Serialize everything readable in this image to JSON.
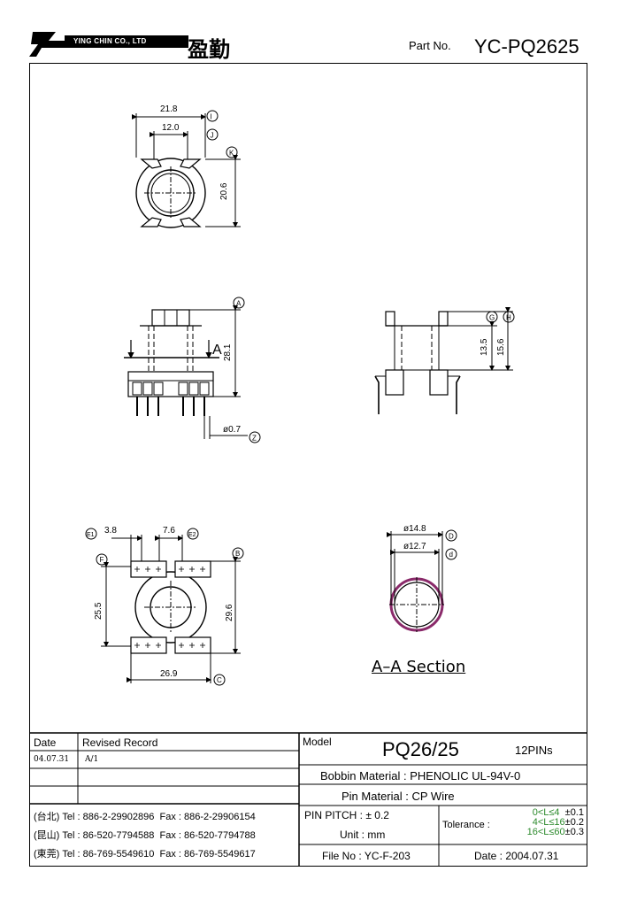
{
  "header": {
    "company_logo_text": "YING CHIN CO., LTD",
    "company_chinese": "盈勤",
    "part_label": "Part No.",
    "part_number": "YC-PQ2625"
  },
  "drawing": {
    "top_view": {
      "dim_width": "21.8",
      "dim_inner": "12.0",
      "dim_height": "20.6",
      "label_i": "I",
      "label_j": "J",
      "label_k": "K"
    },
    "front_view": {
      "dim_height": "28.1",
      "dim_pin": "ø0.7",
      "label_a": "A",
      "label_z": "Z",
      "section_mark": "A"
    },
    "side_view": {
      "dim_inner": "13.5",
      "dim_outer": "15.6",
      "label_g": "G",
      "label_h": "H"
    },
    "bottom_view": {
      "dim_e1": "3.8",
      "dim_e2": "7.6",
      "dim_left": "25.5",
      "dim_right": "29.6",
      "dim_width": "26.9",
      "label_e1": "E1",
      "label_e2": "E2",
      "label_f": "F",
      "label_b": "B",
      "label_c": "C"
    },
    "section_view": {
      "dim_outer": "ø14.8",
      "dim_inner": "ø12.7",
      "label_d_upper": "D",
      "label_d_lower": "d",
      "title": "A–A Section"
    }
  },
  "revision": {
    "header_date": "Date",
    "header_record": "Revised Record",
    "rows": [
      {
        "date": "04.07.31",
        "record": "A/1"
      },
      {
        "date": "",
        "record": ""
      },
      {
        "date": "",
        "record": ""
      }
    ]
  },
  "contacts": [
    {
      "loc": "(台北)",
      "tel": "Tel : 886-2-29902896",
      "fax": "Fax : 886-2-29906154"
    },
    {
      "loc": "(昆山)",
      "tel": "Tel : 86-520-7794588",
      "fax": "Fax : 86-520-7794788"
    },
    {
      "loc": "(東莞)",
      "tel": "Tel : 86-769-5549610",
      "fax": "Fax : 86-769-5549617"
    }
  ],
  "spec": {
    "model_label": "Model",
    "model_value": "PQ26/25",
    "pins": "12PINs",
    "bobbin_label": "Bobbin  Material :",
    "bobbin_value": "PHENOLIC UL-94V-0",
    "pin_label": "Pin  Material :",
    "pin_value": "CP Wire",
    "pitch_label": "PIN  PITCH :",
    "pitch_value": "± 0.2",
    "unit_label": "Unit :",
    "unit_value": "mm",
    "file_label": "File  No :",
    "file_value": "YC-F-203",
    "date_label": "Date :",
    "date_value": "2004.07.31",
    "tolerance_label": "Tolerance :",
    "tolerance_rows": [
      {
        "range": "0<L≤4",
        "value": "±0.1"
      },
      {
        "range": "4<L≤16",
        "value": "±0.2"
      },
      {
        "range": "16<L≤60",
        "value": "±0.3"
      }
    ],
    "tolerance_color": "#2e8b2e"
  },
  "colors": {
    "section_ring": "#8a2a6a"
  }
}
